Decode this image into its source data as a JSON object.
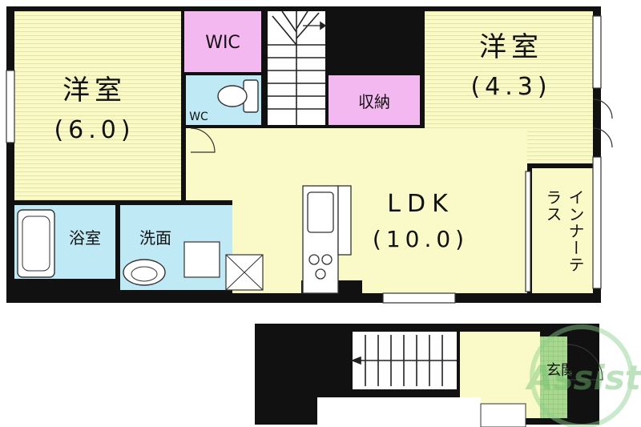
{
  "rooms": {
    "western_left": {
      "name": "洋室",
      "size": "(6.0)"
    },
    "western_right": {
      "name": "洋室",
      "size": "(4.3)"
    },
    "wic": "WIC",
    "wc": "WC",
    "storage": "収納",
    "ldk": {
      "name": "LDK",
      "size": "(10.0)"
    },
    "bath": "浴室",
    "washroom": "洗面",
    "inner_terrace": "インナーテラス",
    "entrance": "玄関"
  },
  "watermark": "Assist",
  "colors": {
    "wall": "#111111",
    "western_room": "#fafac8",
    "ldk": "#fafac8",
    "wic": "#f4b8f0",
    "storage": "#f4b8f0",
    "wet_area": "#bfeaf5",
    "entrance": "#fafac8",
    "entrance_tile": "#a8d890",
    "floor_line": "#d9d98a"
  }
}
